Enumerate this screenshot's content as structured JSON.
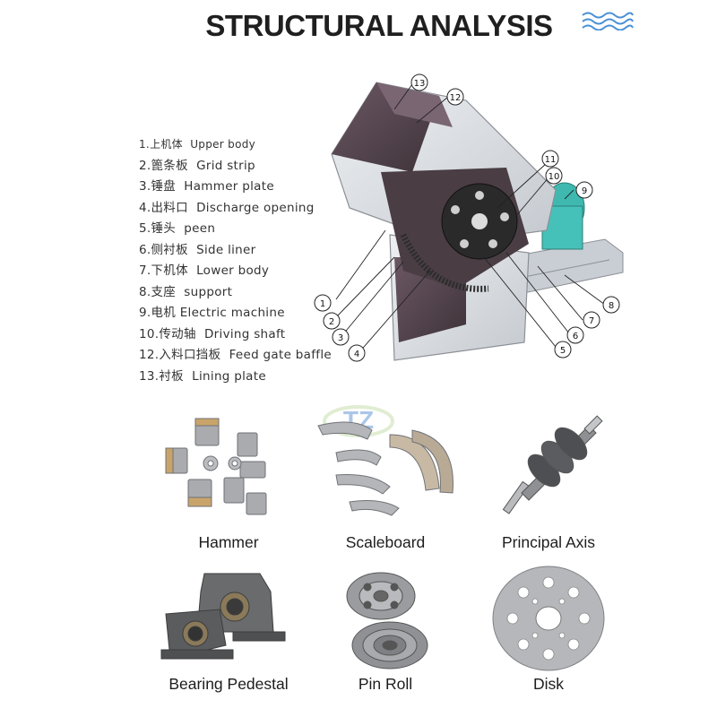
{
  "header": {
    "title": "STRUCTURAL ANALYSIS"
  },
  "parts": [
    {
      "num": "1.",
      "zh": "上机体",
      "en": "Upper body"
    },
    {
      "num": "2.",
      "zh": "篦条板",
      "en": "Grid strip"
    },
    {
      "num": "3.",
      "zh": "锤盘",
      "en": "Hammer plate"
    },
    {
      "num": "4.",
      "zh": "出料口",
      "en": "Discharge opening"
    },
    {
      "num": "5.",
      "zh": "锤头",
      "en": "peen"
    },
    {
      "num": "6.",
      "zh": "侧衬板",
      "en": "Side liner"
    },
    {
      "num": "7.",
      "zh": "下机体",
      "en": "Lower body"
    },
    {
      "num": "8.",
      "zh": "支座",
      "en": "support"
    },
    {
      "num": "9.",
      "zh": "电机",
      "en": "Electric machine"
    },
    {
      "num": "10.",
      "zh": "传动轴",
      "en": "Driving shaft"
    },
    {
      "num": "12.",
      "zh": "入料口挡板",
      "en": "Feed gate baffle"
    },
    {
      "num": "13.",
      "zh": "衬板",
      "en": "Lining plate"
    }
  ],
  "callouts": [
    "1",
    "2",
    "3",
    "4",
    "5",
    "6",
    "7",
    "8",
    "9",
    "10",
    "11",
    "12",
    "13"
  ],
  "watermark_text": "TZ",
  "products": [
    {
      "label": "Hammer",
      "icon": "hammer-parts-icon"
    },
    {
      "label": "Scaleboard",
      "icon": "scaleboard-parts-icon"
    },
    {
      "label": "Principal Axis",
      "icon": "principal-axis-icon"
    },
    {
      "label": "Bearing Pedestal",
      "icon": "bearing-pedestal-icon"
    },
    {
      "label": "Pin Roll",
      "icon": "pin-roll-icon"
    },
    {
      "label": "Disk",
      "icon": "disk-icon"
    }
  ],
  "colors": {
    "wave": "#4a8fd6",
    "machine_body": "#d9dde2",
    "machine_interior": "#5a4a55",
    "motor": "#3fb8b0",
    "metal": "#a9abae"
  }
}
